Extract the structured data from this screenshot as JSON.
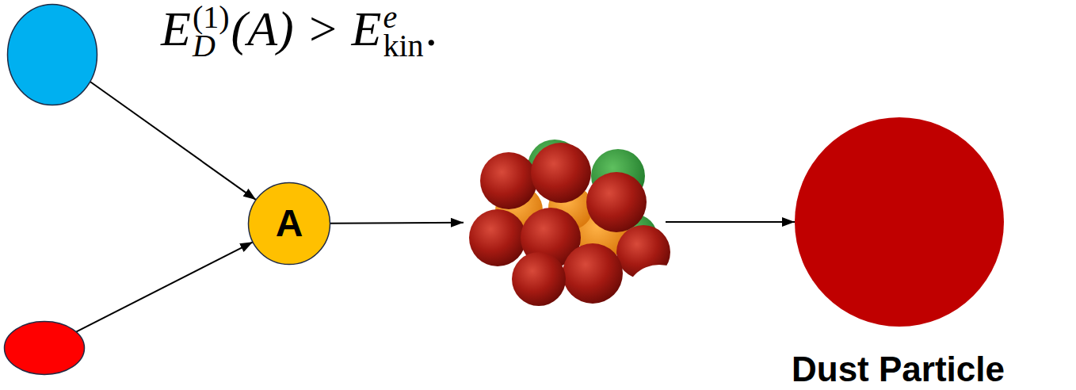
{
  "diagram": {
    "nodes": [
      {
        "text": []
      },
      {
        "text": []
      },
      {
        "text": [
          "A"
        ]
      },
      {
        "text": []
      },
      {
        "text": [
          "Dust Particle"
        ]
      }
    ],
    "edges": [
      {
        "from": 0,
        "to": 2,
        "arrow": "to"
      },
      {
        "from": 1,
        "to": 2,
        "arrow": "to"
      },
      {
        "from": 2,
        "to": 3,
        "arrow": "to"
      },
      {
        "from": 3,
        "to": 4,
        "arrow": "to"
      }
    ],
    "labels": [
      "E",
      "D",
      "(1)",
      "(A) > E",
      "kin",
      "e",
      "."
    ]
  }
}
